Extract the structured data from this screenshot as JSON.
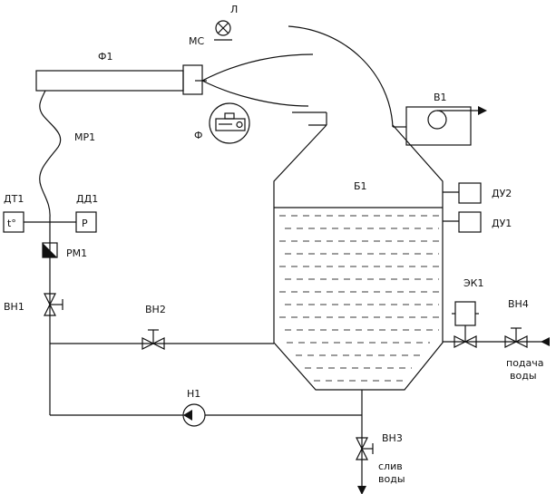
{
  "colors": {
    "line": "#111111",
    "background": "#ffffff"
  },
  "labels": {
    "lamp": "Л",
    "ms": "МС",
    "f1": "Ф1",
    "mr1": "МР1",
    "f": "Ф",
    "v1": "В1",
    "b1": "Б1",
    "du2": "ДУ2",
    "du1": "ДУ1",
    "dt1": "ДТ1",
    "dd1": "ДД1",
    "temp_symbol": "t°",
    "pressure_symbol": "P",
    "rm1": "РМ1",
    "vn1": "ВН1",
    "vn2": "ВН2",
    "ek1": "ЭК1",
    "vn4": "ВН4",
    "n1": "Н1",
    "vn3": "ВН3",
    "water_supply_1": "подача",
    "water_supply_2": "воды",
    "water_drain_1": "слив",
    "water_drain_2": "воды"
  },
  "icons": {
    "lamp": "lamp-cross-icon",
    "camera": "projector-camera-icon",
    "fan": "fan-circle-icon",
    "pump": "pump-icon",
    "valve": "valve-icon",
    "regulator": "regulator-icon"
  }
}
